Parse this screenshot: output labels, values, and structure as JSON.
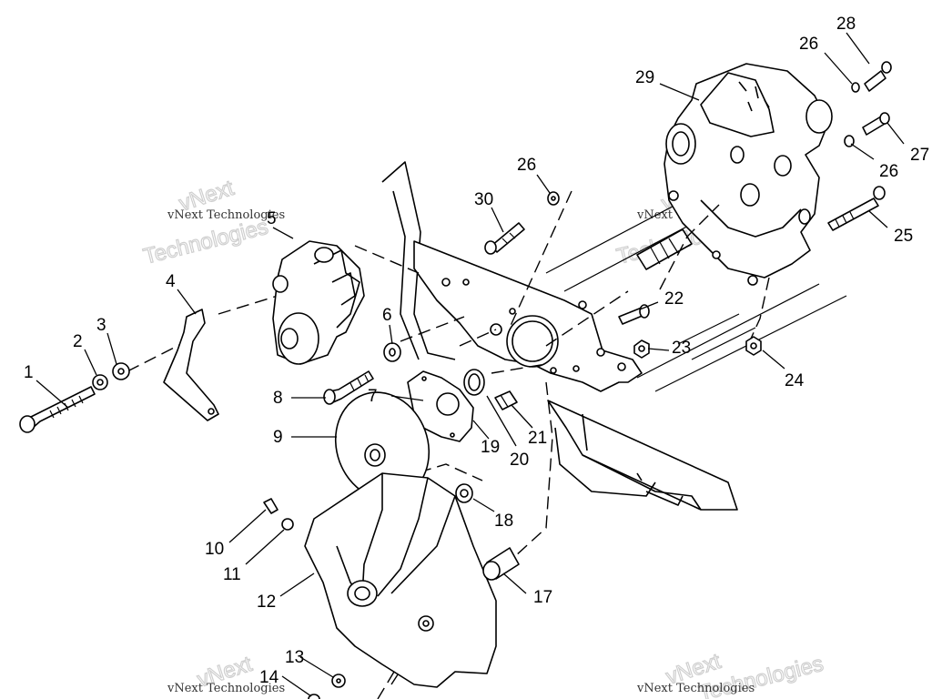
{
  "watermark": {
    "small": "vNext Technologies",
    "big_top": "vNext",
    "big_bottom": "Technologies"
  },
  "callouts": [
    {
      "id": "c1",
      "label": "1"
    },
    {
      "id": "c2",
      "label": "2"
    },
    {
      "id": "c3",
      "label": "3"
    },
    {
      "id": "c4",
      "label": "4"
    },
    {
      "id": "c5",
      "label": "5"
    },
    {
      "id": "c6",
      "label": "6"
    },
    {
      "id": "c7",
      "label": "7"
    },
    {
      "id": "c8",
      "label": "8"
    },
    {
      "id": "c9",
      "label": "9"
    },
    {
      "id": "c10",
      "label": "10"
    },
    {
      "id": "c11",
      "label": "11"
    },
    {
      "id": "c12",
      "label": "12"
    },
    {
      "id": "c13",
      "label": "13"
    },
    {
      "id": "c14",
      "label": "14"
    },
    {
      "id": "c17",
      "label": "17"
    },
    {
      "id": "c18",
      "label": "18"
    },
    {
      "id": "c19",
      "label": "19"
    },
    {
      "id": "c20",
      "label": "20"
    },
    {
      "id": "c21",
      "label": "21"
    },
    {
      "id": "c22",
      "label": "22"
    },
    {
      "id": "c23",
      "label": "23"
    },
    {
      "id": "c24",
      "label": "24"
    },
    {
      "id": "c25",
      "label": "25"
    },
    {
      "id": "c26a",
      "label": "26"
    },
    {
      "id": "c26b",
      "label": "26"
    },
    {
      "id": "c26c",
      "label": "26"
    },
    {
      "id": "c27",
      "label": "27"
    },
    {
      "id": "c28",
      "label": "28"
    },
    {
      "id": "c29",
      "label": "29"
    },
    {
      "id": "c30",
      "label": "30"
    }
  ]
}
